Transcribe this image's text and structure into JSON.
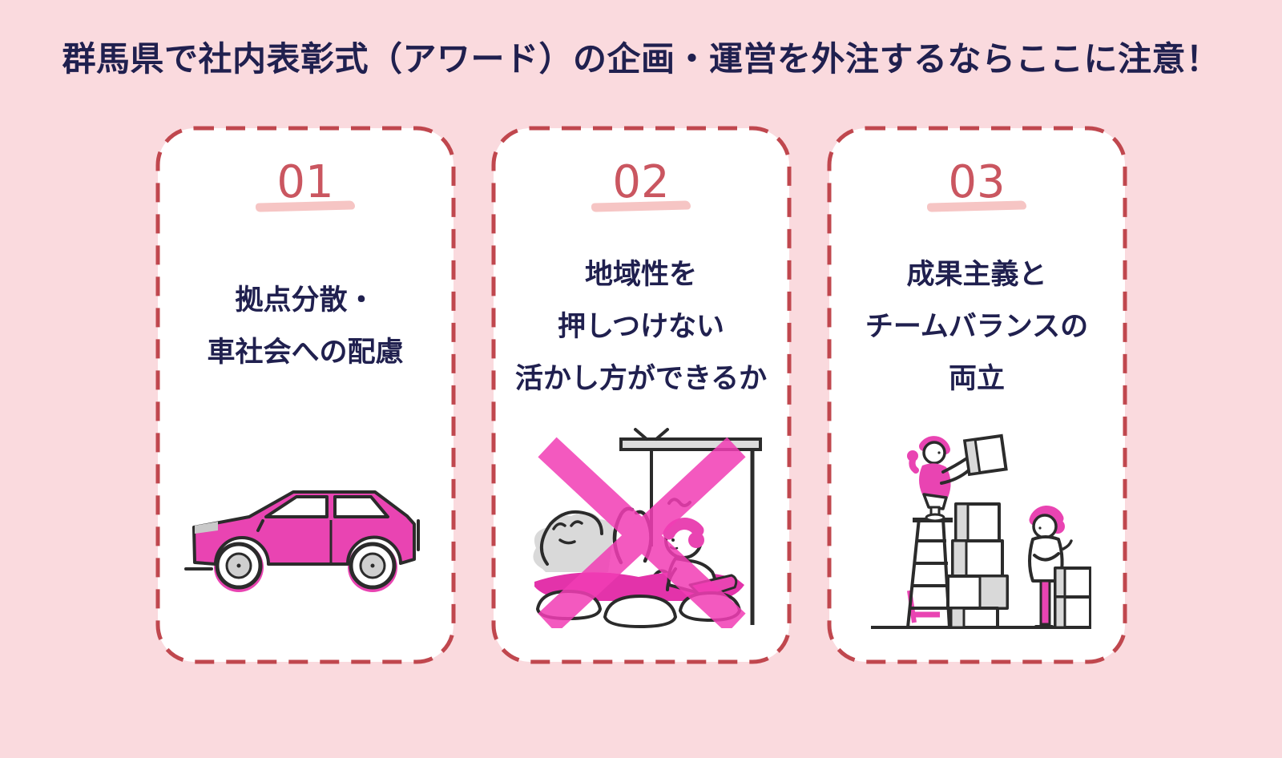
{
  "page": {
    "title": "群馬県で社内表彰式（アワード）の企画・運営を外注するならここに注意！"
  },
  "colors": {
    "background": "#fadade",
    "card_background": "#ffffff",
    "card_border_red": "#c0474e",
    "number_red": "#ca5660",
    "underline_pink": "#f6c5c4",
    "text_navy": "#20204f",
    "illustration_pink": "#e944b2",
    "illustration_gray": "#d9d9d9",
    "illustration_outline": "#2b2b2b",
    "cross_mark_pink": "#f23db5"
  },
  "cards": [
    {
      "number": "01",
      "lines": [
        "拠点分散・",
        "車社会への配慮"
      ],
      "illustration": "car-illustration"
    },
    {
      "number": "02",
      "lines": [
        "地域性を",
        "押しつけない",
        "活かし方ができるか"
      ],
      "illustration": "onsen-crossed-out-illustration"
    },
    {
      "number": "03",
      "lines": [
        "成果主義と",
        "チームバランスの",
        "両立"
      ],
      "illustration": "people-stacking-boxes-illustration"
    }
  ]
}
